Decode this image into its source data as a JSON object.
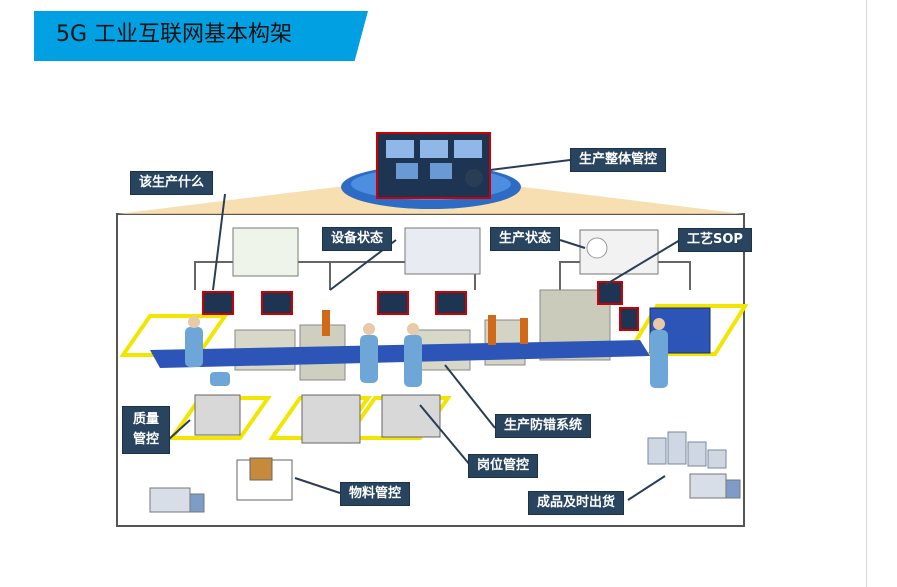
{
  "header": {
    "title": "5G 工业互联网基本构架"
  },
  "labels": {
    "overall_control": "生产整体管控",
    "what_to_produce": "该生产什么",
    "equipment_status": "设备状态",
    "production_status": "生产状态",
    "process_sop": "工艺SOP",
    "quality_control_line1": "质量",
    "quality_control_line2": "管控",
    "error_proofing": "生产防错系统",
    "station_control": "岗位管控",
    "material_control": "物料管控",
    "finished_goods": "成品及时出货"
  },
  "colors": {
    "banner": "#00a0e3",
    "label_bg": "#28445f",
    "highlight": "#f2e600",
    "conveyor": "#2d55b8",
    "worker": "#6fa6d8"
  }
}
